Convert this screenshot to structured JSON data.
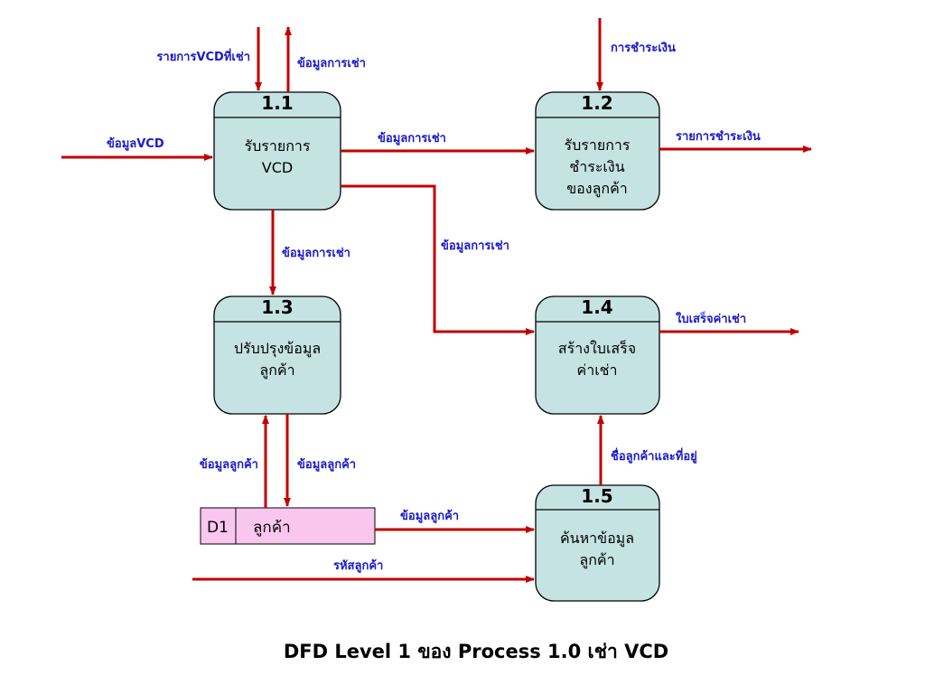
{
  "caption": "DFD Level 1 ของ Process 1.0 เช่า VCD",
  "colors": {
    "process_fill": "#c5e3e3",
    "arrow": "#c00000",
    "label": "#1a1acc",
    "store_fill": "#f9c6ef"
  },
  "processes": [
    {
      "id": "1.1",
      "name": [
        "รับรายการ",
        "VCD"
      ]
    },
    {
      "id": "1.2",
      "name": [
        "รับรายการ",
        "ชำระเงิน",
        "ของลูกค้า"
      ]
    },
    {
      "id": "1.3",
      "name": [
        "ปรับปรุงข้อมูล",
        "ลูกค้า"
      ]
    },
    {
      "id": "1.4",
      "name": [
        "สร้างใบเสร็จ",
        "ค่าเช่า"
      ]
    },
    {
      "id": "1.5",
      "name": [
        "ค้นหาข้อมูล",
        "ลูกค้า"
      ]
    }
  ],
  "data_store": {
    "id": "D1",
    "name": "ลูกค้า"
  },
  "flows": [
    {
      "label": "รายการVCDที่เช่า"
    },
    {
      "label": "ข้อมูลการเช่า"
    },
    {
      "label": "ข้อมูลVCD"
    },
    {
      "label": "ข้อมูลการเช่า"
    },
    {
      "label": "การชำระเงิน"
    },
    {
      "label": "รายการชำระเงิน"
    },
    {
      "label": "ข้อมูลการเช่า"
    },
    {
      "label": "ข้อมูลการเช่า"
    },
    {
      "label": "ใบเสร็จค่าเช่า"
    },
    {
      "label": "ข้อมูลลูกค้า"
    },
    {
      "label": "ข้อมูลลูกค้า"
    },
    {
      "label": "ข้อมูลลูกค้า"
    },
    {
      "label": "ชื่อลูกค้าและที่อยู่"
    },
    {
      "label": "รหัสลูกค้า"
    }
  ]
}
